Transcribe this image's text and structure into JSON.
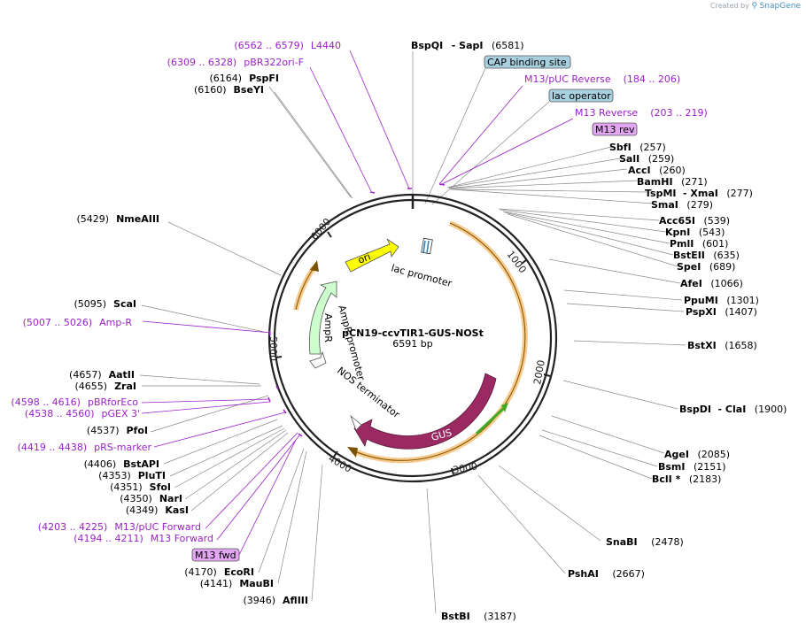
{
  "credit": {
    "prefix": "Created by",
    "brand": "SnapGene"
  },
  "plasmid": {
    "name": "pCN19-ccvTIR1-GUS-NOSt",
    "size_label": "6591 bp"
  },
  "ring_ticks": [
    "1000",
    "2000",
    "3000",
    "4000",
    "5000",
    "6000"
  ],
  "features": {
    "ori": "ori",
    "lac_promoter": "lac promoter",
    "ampr": "AmpR",
    "ampr_promoter": "AmpR promoter",
    "nos_terminator": "NOS terminator",
    "gus": "GUS"
  },
  "right_sites": [
    {
      "name": "BspQI",
      "extra": "-  SapI",
      "pos": "(6581)"
    },
    {
      "name": "SbfI",
      "pos": "(257)"
    },
    {
      "name": "SalI",
      "pos": "(259)"
    },
    {
      "name": "AccI",
      "pos": "(260)"
    },
    {
      "name": "BamHI",
      "pos": "(271)"
    },
    {
      "name": "TspMI",
      "extra": "-  XmaI",
      "pos": "(277)"
    },
    {
      "name": "SmaI",
      "pos": "(279)"
    },
    {
      "name": "Acc65I",
      "pos": "(539)"
    },
    {
      "name": "KpnI",
      "pos": "(543)"
    },
    {
      "name": "PmlI",
      "pos": "(601)"
    },
    {
      "name": "BstEII",
      "pos": "(635)"
    },
    {
      "name": "SpeI",
      "pos": "(689)"
    },
    {
      "name": "AfeI",
      "pos": "(1066)"
    },
    {
      "name": "PpuMI",
      "pos": "(1301)"
    },
    {
      "name": "PspXI",
      "pos": "(1407)"
    },
    {
      "name": "BstXI",
      "pos": "(1658)"
    },
    {
      "name": "BspDI",
      "extra": "-  ClaI",
      "pos": "(1900)"
    },
    {
      "name": "AgeI",
      "pos": "(2085)"
    },
    {
      "name": "BsmI",
      "pos": "(2151)"
    },
    {
      "name": "BclI *",
      "pos": "(2183)"
    },
    {
      "name": "SnaBI",
      "pos": "(2478)"
    },
    {
      "name": "PshAI",
      "pos": "(2667)"
    },
    {
      "name": "BstBI",
      "pos": "(3187)"
    }
  ],
  "right_primers": [
    {
      "name": "CAP binding site",
      "boxed": true
    },
    {
      "name": "M13/pUC Reverse",
      "pos": "(184 .. 206)"
    },
    {
      "name": "lac operator",
      "boxed": true
    },
    {
      "name": "M13 Reverse",
      "pos": "(203 .. 219)"
    },
    {
      "name": "M13 rev",
      "boxed": true
    }
  ],
  "left_sites": [
    {
      "name": "PspFI",
      "pos": "(6164)"
    },
    {
      "name": "BseYI",
      "pos": "(6160)"
    },
    {
      "name": "NmeAIII",
      "pos": "(5429)"
    },
    {
      "name": "ScaI",
      "pos": "(5095)"
    },
    {
      "name": "AatII",
      "pos": "(4657)"
    },
    {
      "name": "ZraI",
      "pos": "(4655)"
    },
    {
      "name": "PfoI",
      "pos": "(4537)"
    },
    {
      "name": "BstAPI",
      "pos": "(4406)"
    },
    {
      "name": "PluTI",
      "pos": "(4353)"
    },
    {
      "name": "SfoI",
      "pos": "(4351)"
    },
    {
      "name": "NarI",
      "pos": "(4350)"
    },
    {
      "name": "KasI",
      "pos": "(4349)"
    },
    {
      "name": "EcoRI",
      "pos": "(4170)"
    },
    {
      "name": "MauBI",
      "pos": "(4141)"
    },
    {
      "name": "AflIII",
      "pos": "(3946)"
    }
  ],
  "left_primers": [
    {
      "name": "L4440",
      "pos": "(6562 .. 6579)"
    },
    {
      "name": "pBR322ori-F",
      "pos": "(6309 .. 6328)"
    },
    {
      "name": "Amp-R",
      "pos": "(5007 .. 5026)"
    },
    {
      "name": "pBRforEco",
      "pos": "(4598 .. 4616)"
    },
    {
      "name": "pGEX 3'",
      "pos": "(4538 .. 4560)"
    },
    {
      "name": "pRS-marker",
      "pos": "(4419 .. 4438)"
    },
    {
      "name": "M13/pUC Forward",
      "pos": "(4203 .. 4225)"
    },
    {
      "name": "M13 Forward",
      "pos": "(4194 .. 4211)"
    },
    {
      "name": "M13 fwd",
      "boxed": true
    }
  ],
  "colors": {
    "backbone": "#222222",
    "ori": "#ffff00",
    "ampr": "#ccffcc",
    "gus": "#9b2a62",
    "orf": "#f5a623",
    "primer": "#9b22c8",
    "box_blue": "#a9d0df",
    "box_purple": "#e3a6f2",
    "green_arrow": "#44aa22"
  }
}
